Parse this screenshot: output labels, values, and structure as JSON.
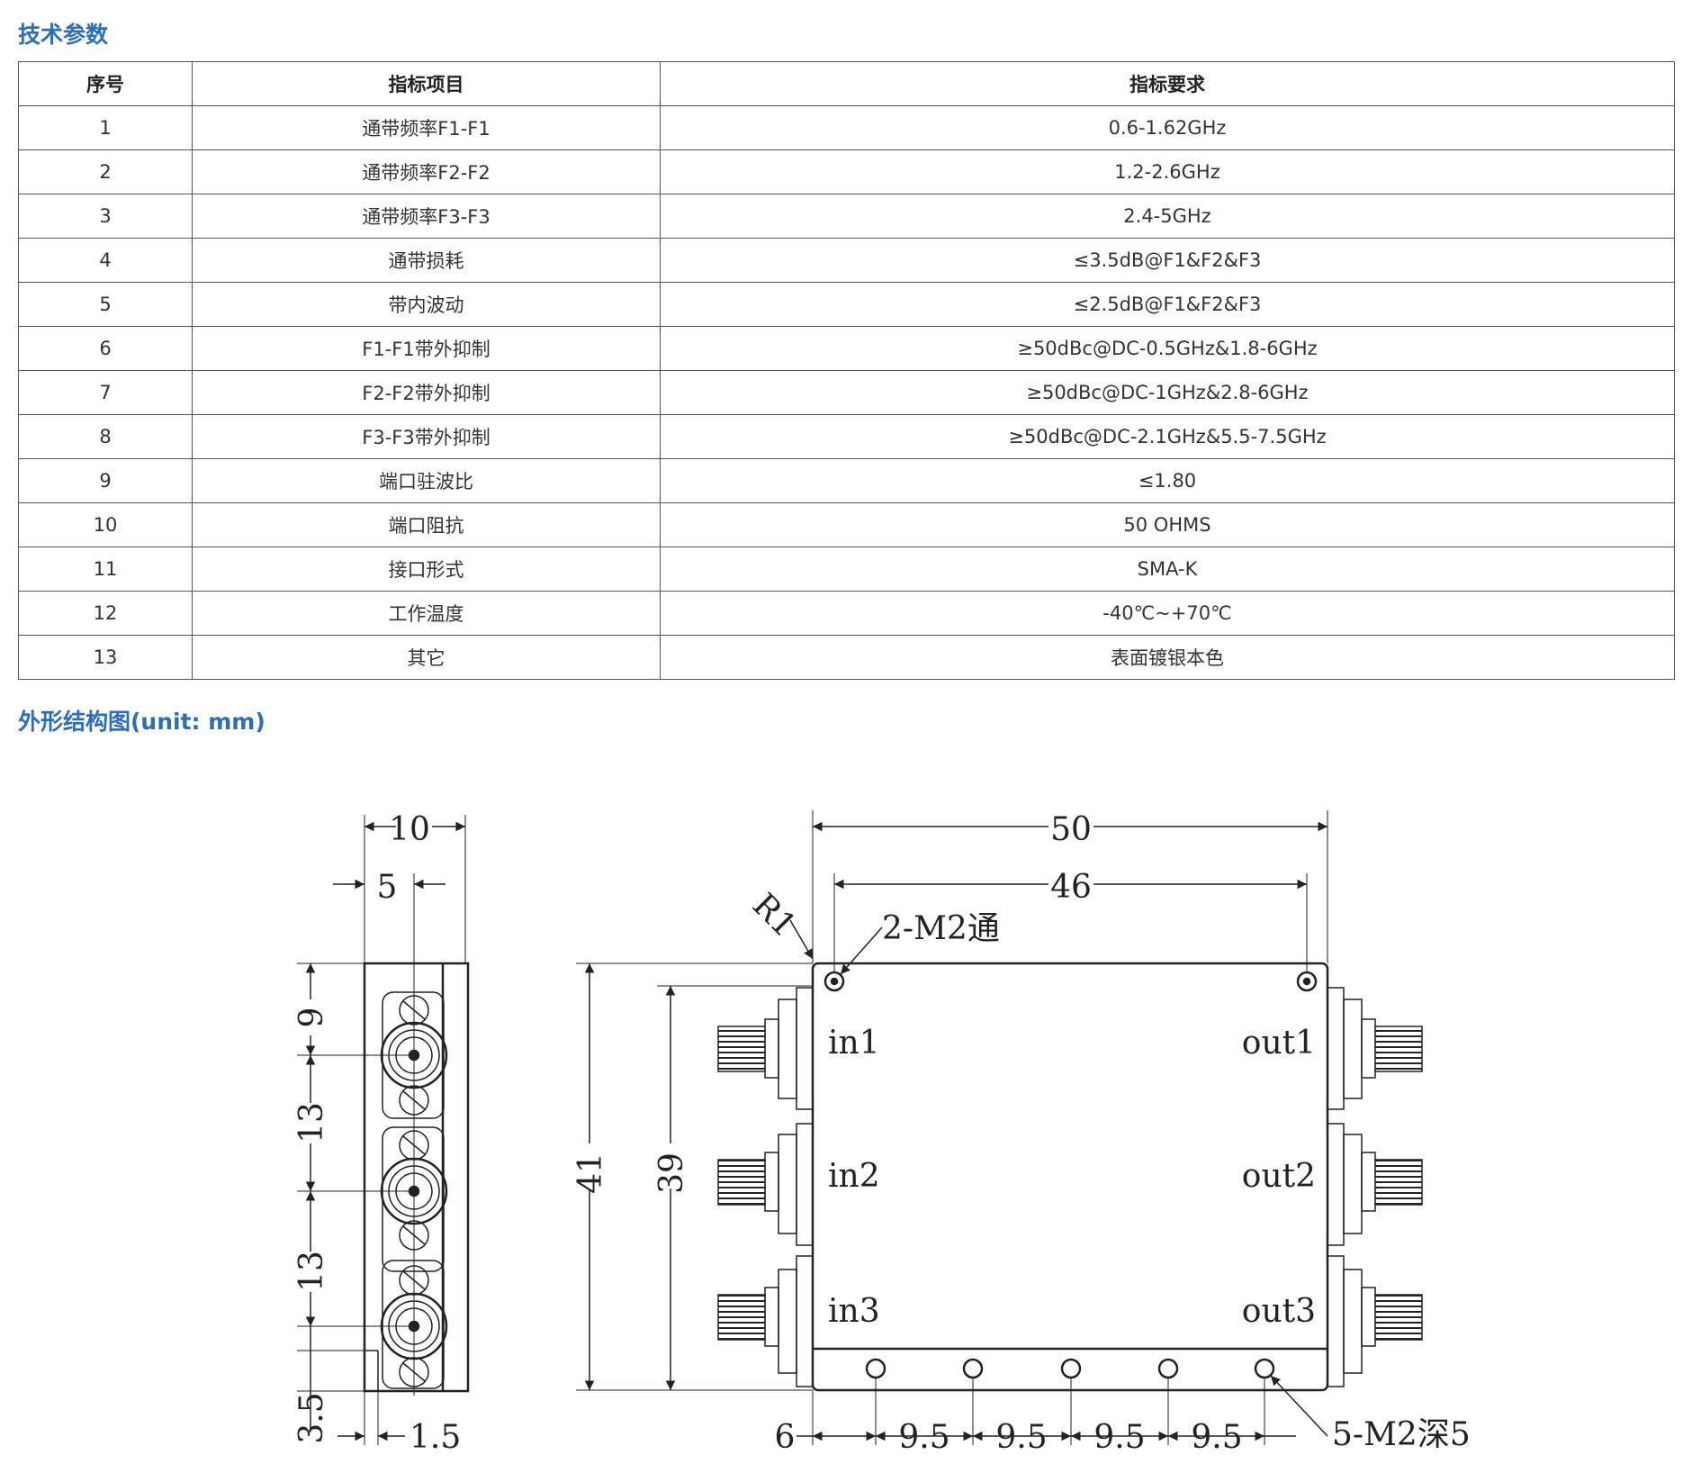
{
  "section_spec": {
    "title": "技术参数"
  },
  "table": {
    "headers": [
      "序号",
      "指标项目",
      "指标要求"
    ],
    "rows": [
      [
        "1",
        "通带频率F1-F1",
        "0.6-1.62GHz"
      ],
      [
        "2",
        "通带频率F2-F2",
        "1.2-2.6GHz"
      ],
      [
        "3",
        "通带频率F3-F3",
        "2.4-5GHz"
      ],
      [
        "4",
        "通带损耗",
        "≤3.5dB@F1&F2&F3"
      ],
      [
        "5",
        "带内波动",
        "≤2.5dB@F1&F2&F3"
      ],
      [
        "6",
        "F1-F1带外抑制",
        "≥50dBc@DC-0.5GHz&1.8-6GHz"
      ],
      [
        "7",
        "F2-F2带外抑制",
        "≥50dBc@DC-1GHz&2.8-6GHz"
      ],
      [
        "8",
        "F3-F3带外抑制",
        "≥50dBc@DC-2.1GHz&5.5-7.5GHz"
      ],
      [
        "9",
        "端口驻波比",
        "≤1.80"
      ],
      [
        "10",
        "端口阻抗",
        "50 OHMS"
      ],
      [
        "11",
        "接口形式",
        "SMA-K"
      ],
      [
        "12",
        "工作温度",
        "-40℃~+70℃"
      ],
      [
        "13",
        "其它",
        "表面镀银本色"
      ]
    ]
  },
  "section_outline": {
    "title": "外形结构图(unit: mm)"
  },
  "drawing": {
    "side_view": {
      "width_total": "10",
      "width_half": "5",
      "dims_vertical": [
        "9",
        "13",
        "13",
        "3.5"
      ],
      "step": "1.5"
    },
    "top_view": {
      "length_total": "50",
      "hole_spacing": "46",
      "corner_radius": "R1",
      "mount_holes": "2-M2通",
      "height_total": "41",
      "height_body": "39",
      "bottom_offset": "6",
      "bottom_pitch": [
        "9.5",
        "9.5",
        "9.5",
        "9.5"
      ],
      "bottom_holes": "5-M2深5",
      "ports_in": [
        "in1",
        "in2",
        "in3"
      ],
      "ports_out": [
        "out1",
        "out2",
        "out3"
      ]
    }
  }
}
